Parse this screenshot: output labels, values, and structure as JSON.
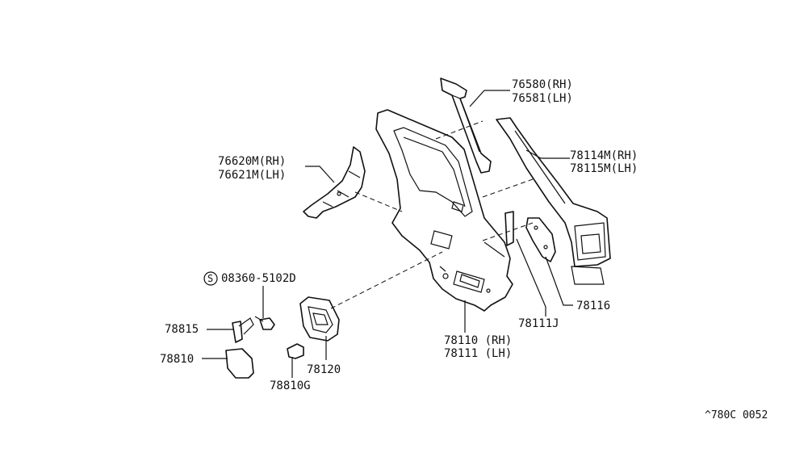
{
  "diagram": {
    "labels": {
      "p76580": "76580(RH)",
      "p76581": "76581(LH)",
      "p76620": "76620M(RH)",
      "p76621": "76621M(LH)",
      "p78114": "78114M(RH)",
      "p78115": "78115M(LH)",
      "bolt_symbol": "S",
      "p08360": "08360-5102D",
      "p78815": "78815",
      "p78810": "78810",
      "p78810g": "78810G",
      "p78120": "78120",
      "p78110": "78110 (RH)",
      "p78111": "78111 (LH)",
      "p78111j": "78111J",
      "p78116": "78116",
      "ref_code": "^780C 0052"
    }
  }
}
